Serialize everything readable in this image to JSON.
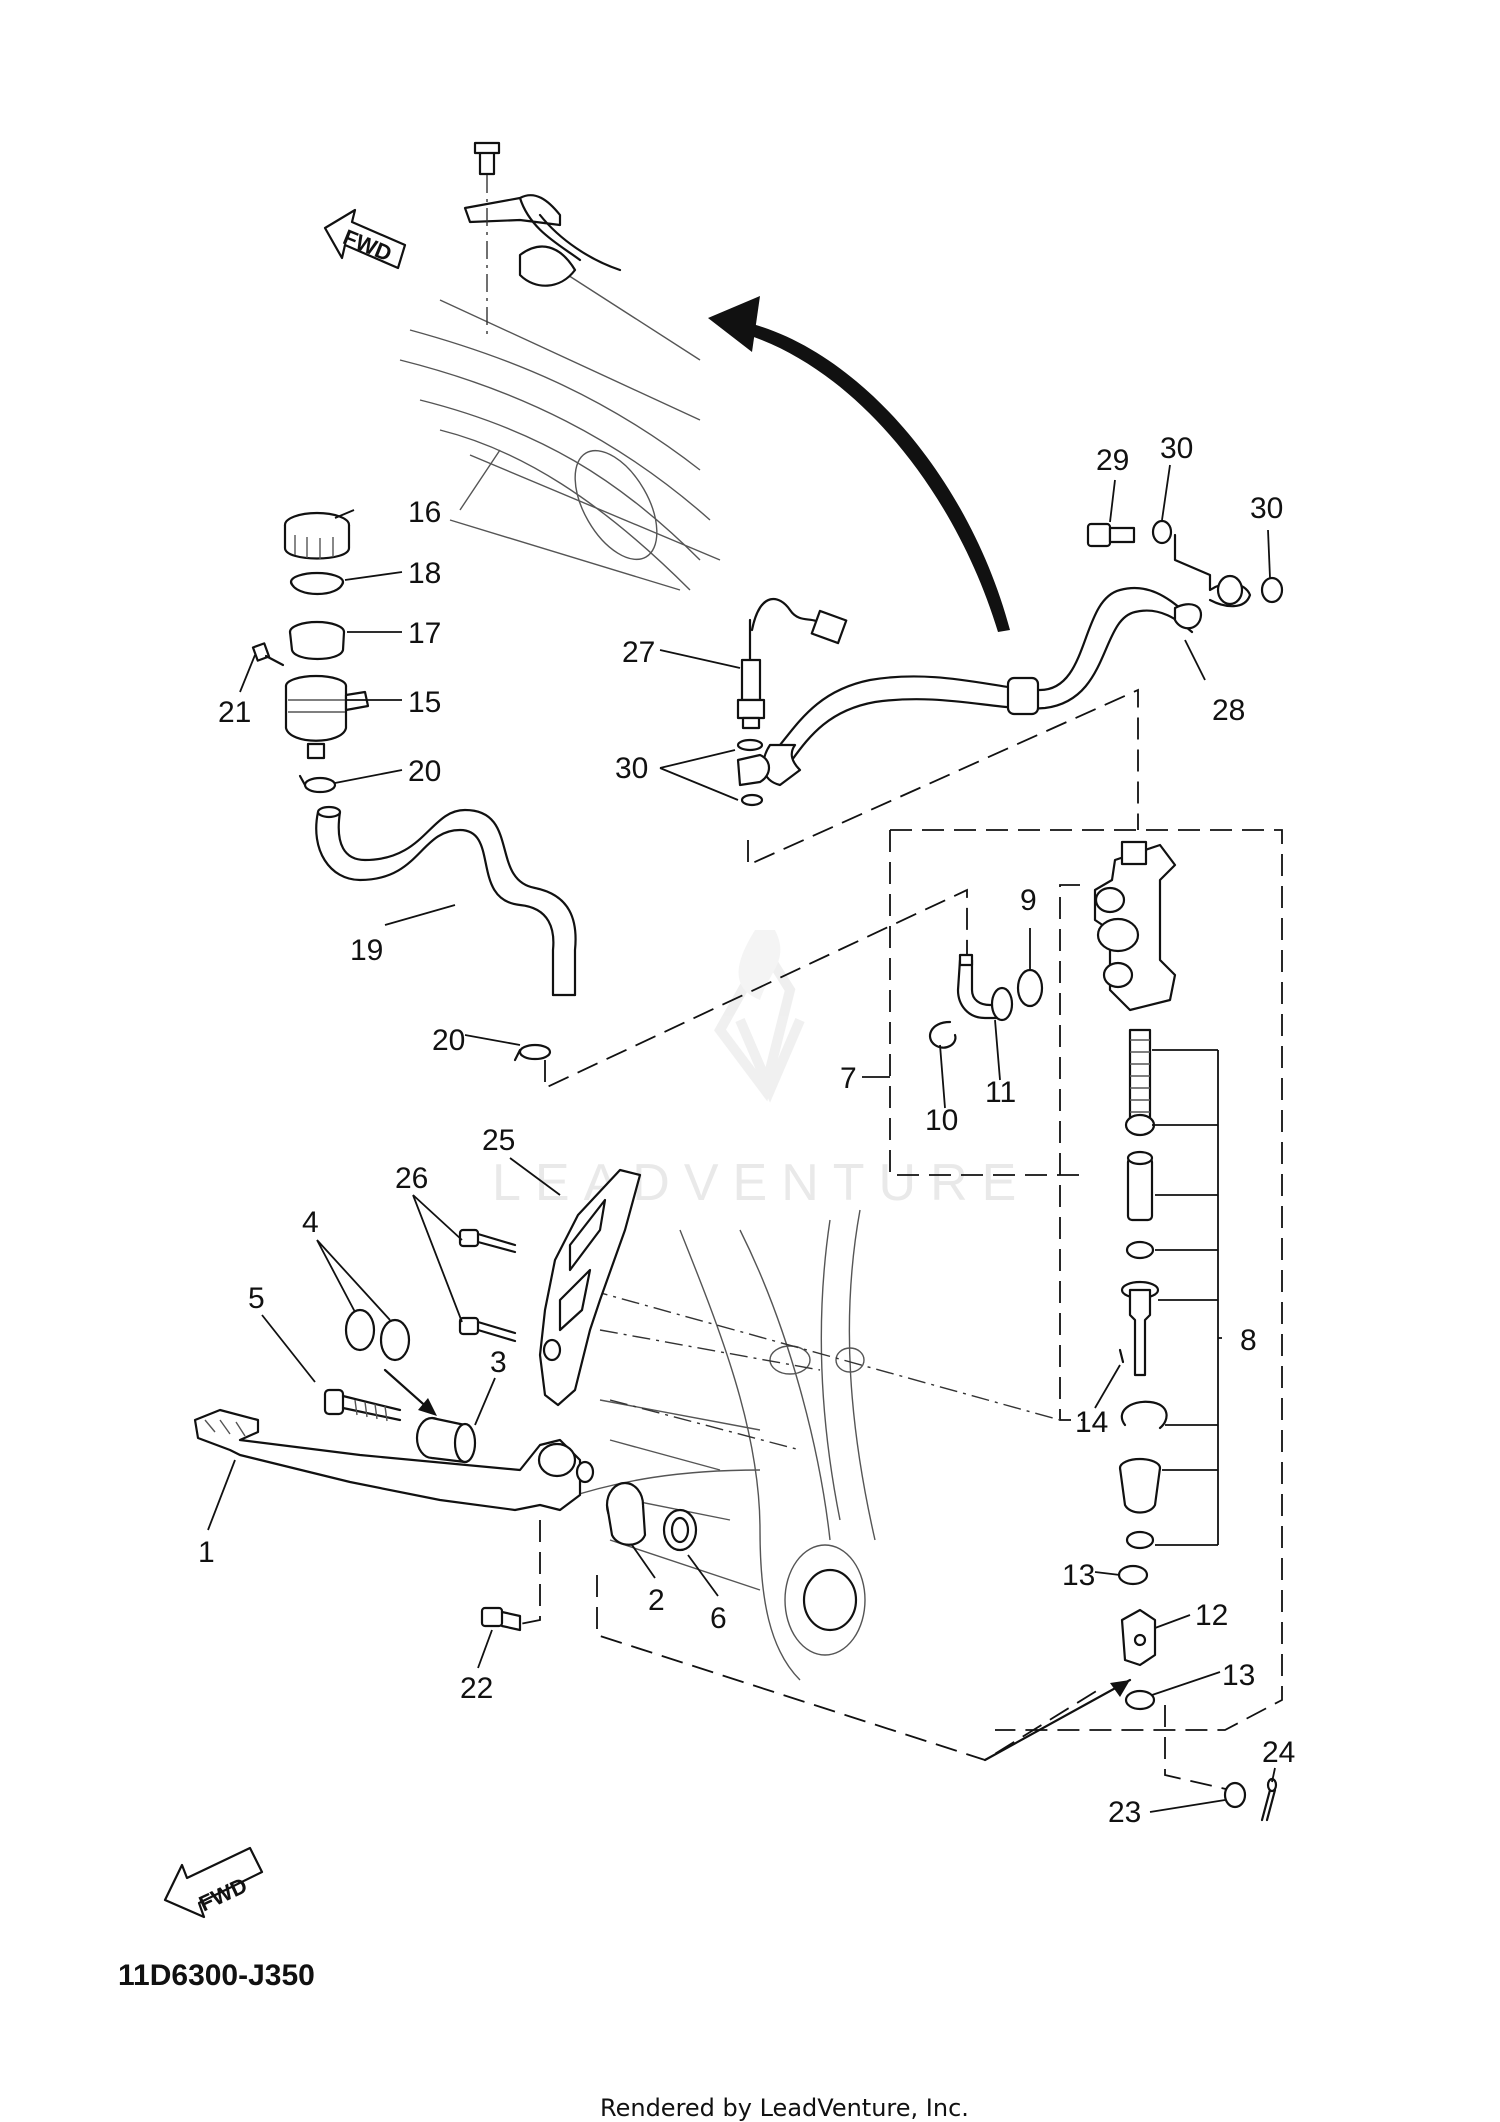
{
  "watermark": "LEADVENTURE",
  "fwd_label": "FWD",
  "diagram_code": "11D6300-J350",
  "credit": "Rendered by LeadVenture, Inc.",
  "callouts": {
    "c1": "1",
    "c2": "2",
    "c3": "3",
    "c4": "4",
    "c5": "5",
    "c6": "6",
    "c7": "7",
    "c8": "8",
    "c9": "9",
    "c10": "10",
    "c11": "11",
    "c12": "12",
    "c13a": "13",
    "c13b": "13",
    "c14": "14",
    "c15": "15",
    "c16": "16",
    "c17": "17",
    "c18": "18",
    "c19": "19",
    "c20a": "20",
    "c20b": "20",
    "c21": "21",
    "c22": "22",
    "c23": "23",
    "c24": "24",
    "c25": "25",
    "c26": "26",
    "c27": "27",
    "c28": "28",
    "c29": "29",
    "c30a": "30",
    "c30b": "30",
    "c30c": "30"
  }
}
